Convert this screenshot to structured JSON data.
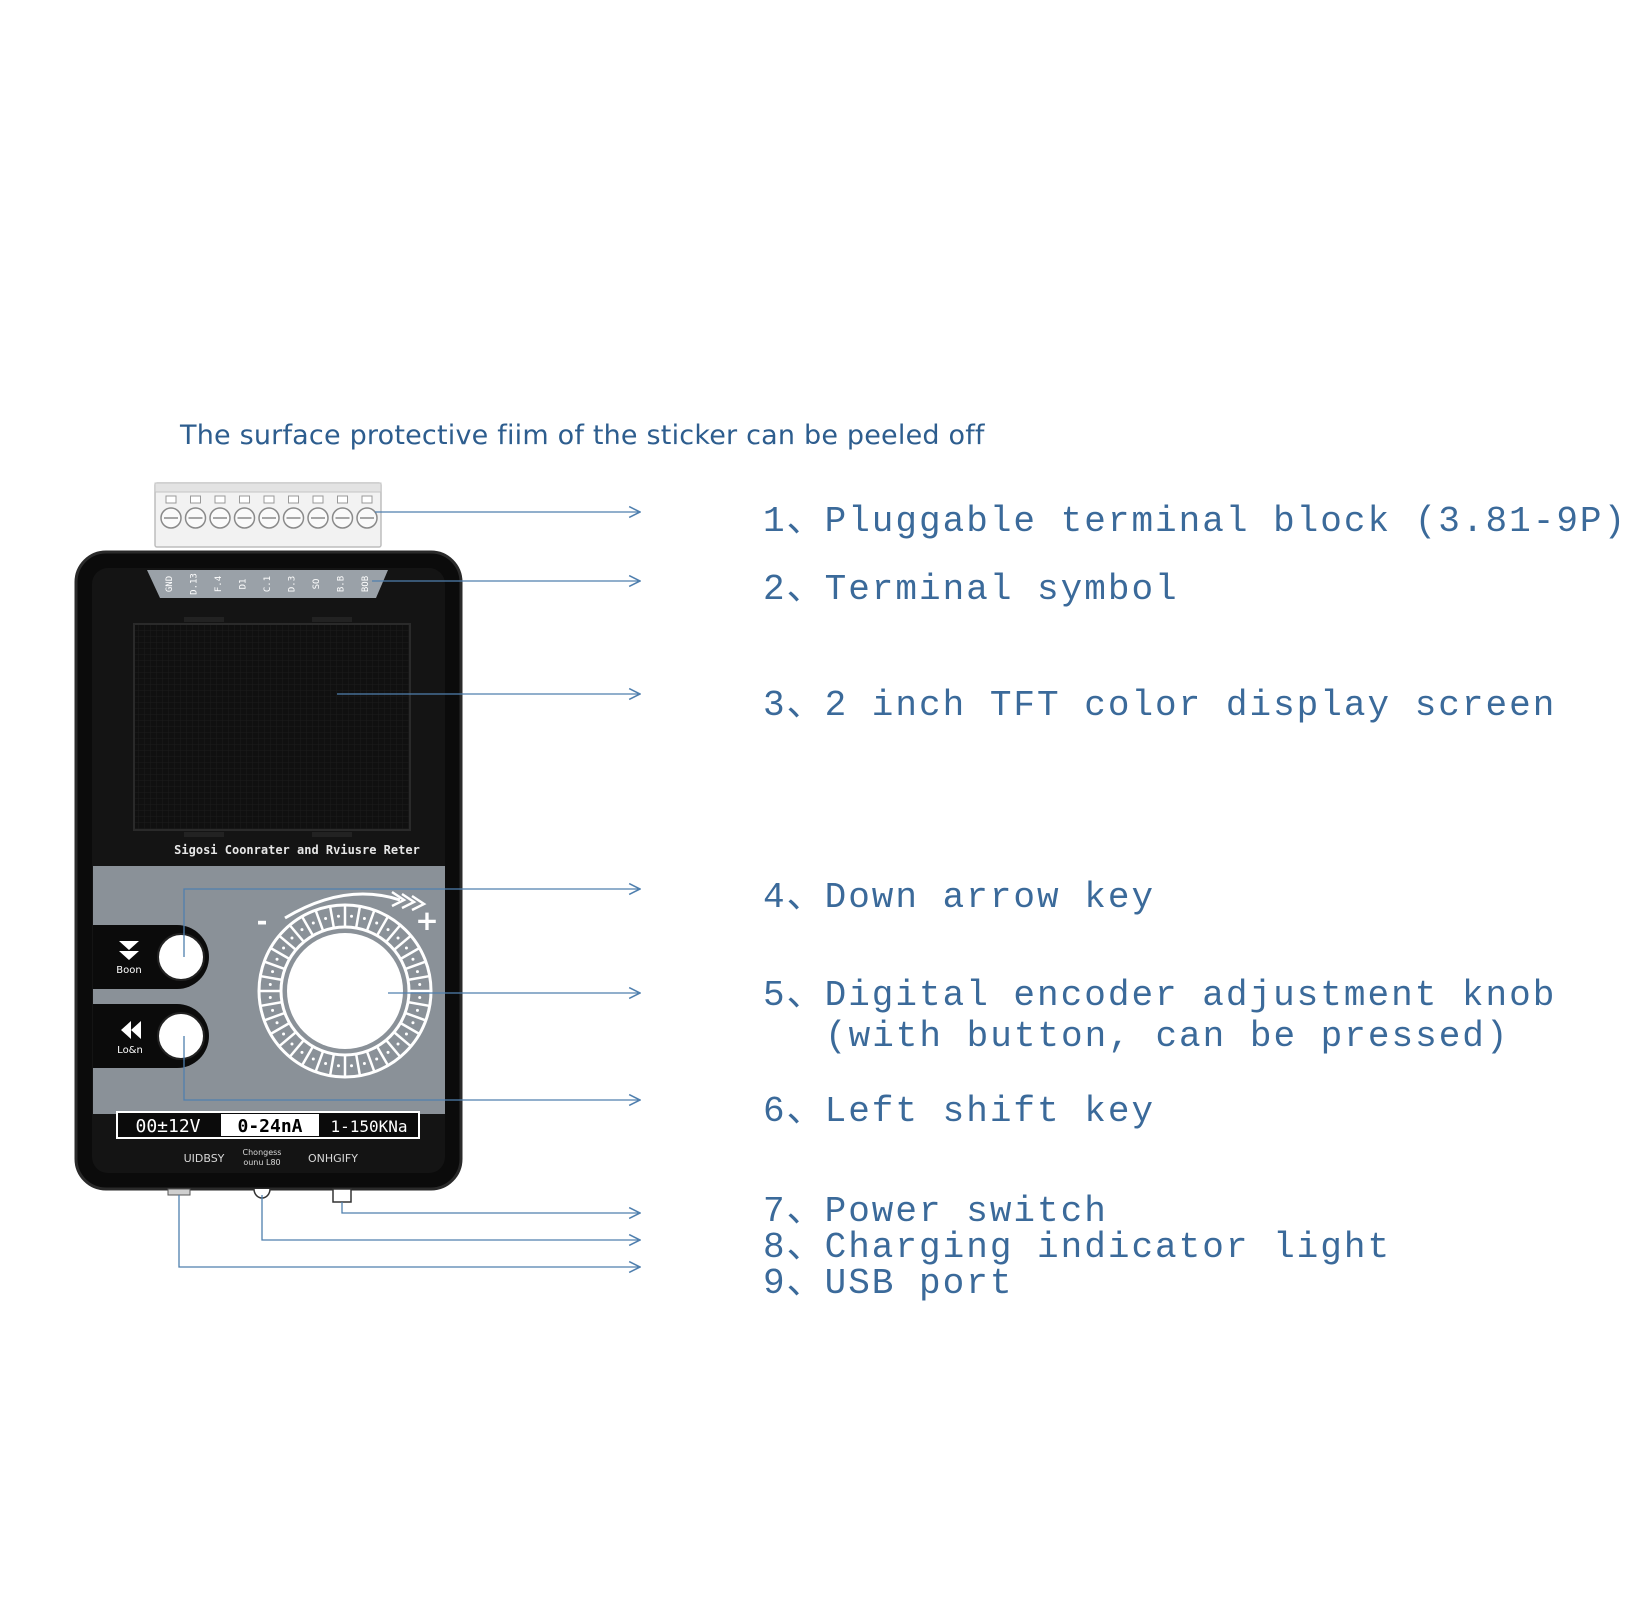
{
  "caption": "The surface protective fiim of the sticker can be peeled off",
  "callouts": [
    "1、Pluggable terminal block (3.81-9P)",
    "2、Terminal symbol",
    "3、2 inch TFT color display screen",
    "4、Down arrow key",
    "5、Digital encoder adjustment knob",
    "(with button, can be pressed)",
    "6、Left shift key",
    "7、Power switch",
    "8、Charging indicator light",
    "9、USB port"
  ],
  "device": {
    "terminal_labels": [
      "GND",
      "D.13",
      "F.4",
      "D1",
      "C.1",
      "D.3",
      "SO",
      "B.B",
      "BOB"
    ],
    "model_text": "Sigosi Coonrater and Rviusre Reter",
    "knob_minus": "-",
    "knob_plus": "+",
    "down_key_label": "Boon",
    "left_key_label": "Lo&n",
    "range_voltage": "00±12V",
    "range_current": "0-24nA",
    "range_resistance": "1-150KNa",
    "bottom_left_label": "UIDBSY",
    "bottom_mid_label_1": "Chongess",
    "bottom_mid_label_2": "ounu L80",
    "bottom_right_label": "ONHGIFY"
  },
  "colors": {
    "caption": "#2d5d8e",
    "callout_text": "#3b6a9a",
    "leader_line": "#4f7fae",
    "device_body": "#0b0b0b",
    "control_panel": "#8a9198"
  }
}
